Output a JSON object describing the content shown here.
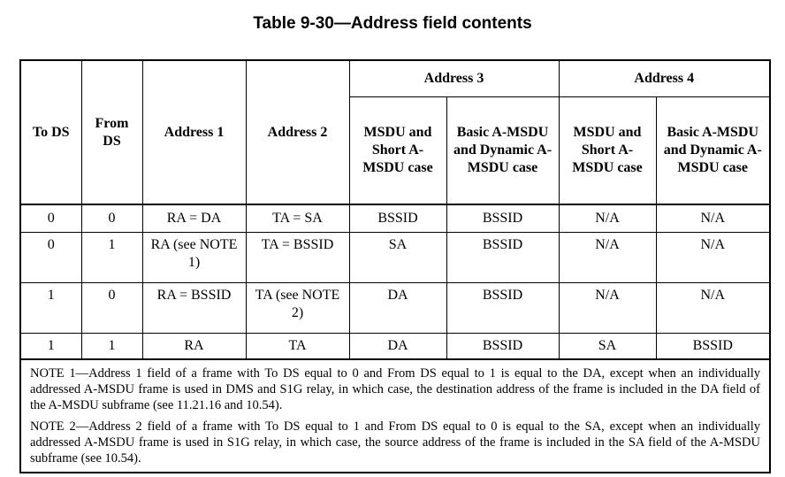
{
  "title": "Table 9-30—Address field contents",
  "headers": {
    "to_ds": "To DS",
    "from_ds": "From DS",
    "address1": "Address 1",
    "address2": "Address 2",
    "address3": "Address 3",
    "address4": "Address 4",
    "msdu_short": "MSDU and Short A-MSDU case",
    "basic_dynamic": "Basic A-MSDU and Dynamic A-MSDU case"
  },
  "rows": [
    [
      "0",
      "0",
      "RA = DA",
      "TA = SA",
      "BSSID",
      "BSSID",
      "N/A",
      "N/A"
    ],
    [
      "0",
      "1",
      "RA (see NOTE 1)",
      "TA = BSSID",
      "SA",
      "BSSID",
      "N/A",
      "N/A"
    ],
    [
      "1",
      "0",
      "RA = BSSID",
      "TA (see NOTE 2)",
      "DA",
      "BSSID",
      "N/A",
      "N/A"
    ],
    [
      "1",
      "1",
      "RA",
      "TA",
      "DA",
      "BSSID",
      "SA",
      "BSSID"
    ]
  ],
  "notes": [
    "NOTE 1—Address 1 field of a frame with To DS equal to 0 and From DS equal to 1 is equal to the DA, except when an individually addressed A-MSDU frame is used in DMS and S1G relay, in which case, the destination address of the frame is included in the DA field of the A-MSDU subframe (see 11.21.16 and 10.54).",
    "NOTE 2—Address 2 field of a frame with To DS equal to 1 and From DS equal to 0 is equal to the SA, except when an individually addressed A-MSDU frame is used in S1G relay, in which case, the source address of the frame is included in the SA field of the A-MSDU subframe (see 10.54)."
  ]
}
